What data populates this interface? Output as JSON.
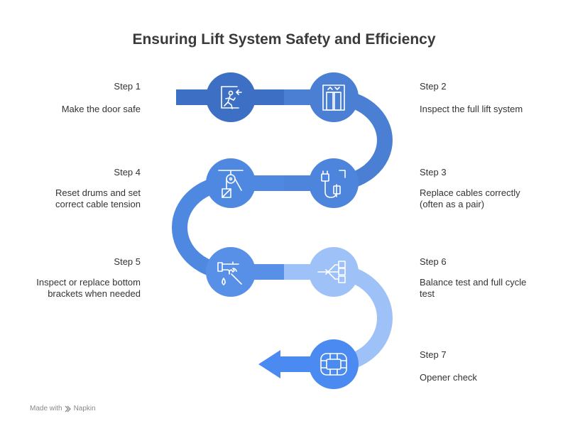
{
  "title": "Ensuring Lift System Safety and Efficiency",
  "colors": {
    "step1": "#3d6fc4",
    "step2": "#4a7fd4",
    "step3": "#4e85dc",
    "step4": "#4f88e0",
    "step5": "#5790e6",
    "step6": "#9ec2f7",
    "step7": "#4b8af0"
  },
  "steps": [
    {
      "label": "Step 1",
      "desc": [
        "Make the door safe"
      ],
      "icon": "person-exit-door-icon"
    },
    {
      "label": "Step 2",
      "desc": [
        "Inspect the full lift system"
      ],
      "icon": "elevator-icon"
    },
    {
      "label": "Step 3",
      "desc": [
        "Replace cables correctly",
        "(often as a pair)"
      ],
      "icon": "cable-connector-icon"
    },
    {
      "label": "Step 4",
      "desc": [
        "Reset drums and set",
        "correct cable tension"
      ],
      "icon": "pulley-weight-icon"
    },
    {
      "label": "Step 5",
      "desc": [
        "Inspect or replace bottom",
        "brackets when needed"
      ],
      "icon": "faucet-wrench-icon"
    },
    {
      "label": "Step 6",
      "desc": [
        "Balance test and full cycle",
        "test"
      ],
      "icon": "flow-chart-icon"
    },
    {
      "label": "Step 7",
      "desc": [
        "Opener check"
      ],
      "icon": "chip-icon"
    }
  ],
  "footer": {
    "prefix": "Made with",
    "brand": "Napkin"
  }
}
